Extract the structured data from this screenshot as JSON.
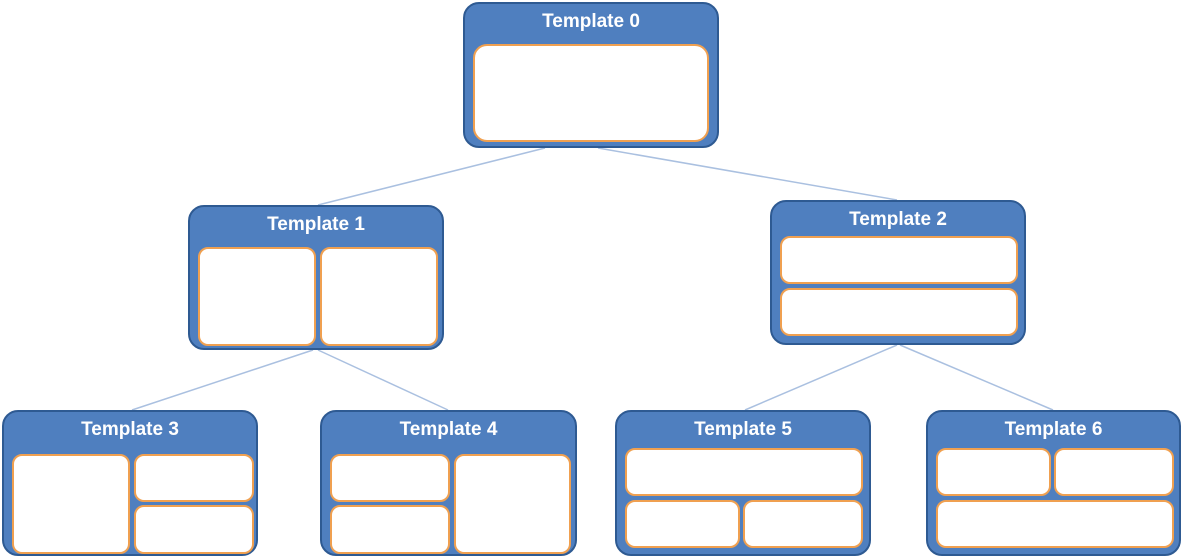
{
  "diagram": {
    "colors": {
      "node_fill": "#4f7fbf",
      "node_border": "#2e5a92",
      "slot_fill": "#ffffff",
      "slot_border": "#f0a050",
      "connector": "#aac0e0",
      "title_text": "#ffffff"
    },
    "nodes": [
      {
        "id": "t0",
        "title": "Template 0",
        "layout": "single panel"
      },
      {
        "id": "t1",
        "title": "Template 1",
        "layout": "two columns"
      },
      {
        "id": "t2",
        "title": "Template 2",
        "layout": "two rows"
      },
      {
        "id": "t3",
        "title": "Template 3",
        "layout": "left column, right split into two rows"
      },
      {
        "id": "t4",
        "title": "Template 4",
        "layout": "left split into two rows, right column"
      },
      {
        "id": "t5",
        "title": "Template 5",
        "layout": "top row, bottom split into two columns"
      },
      {
        "id": "t6",
        "title": "Template 6",
        "layout": "top split into two columns, bottom row"
      }
    ],
    "edges": [
      {
        "from": "t0",
        "to": "t1"
      },
      {
        "from": "t0",
        "to": "t2"
      },
      {
        "from": "t1",
        "to": "t3"
      },
      {
        "from": "t1",
        "to": "t4"
      },
      {
        "from": "t2",
        "to": "t5"
      },
      {
        "from": "t2",
        "to": "t6"
      }
    ]
  }
}
